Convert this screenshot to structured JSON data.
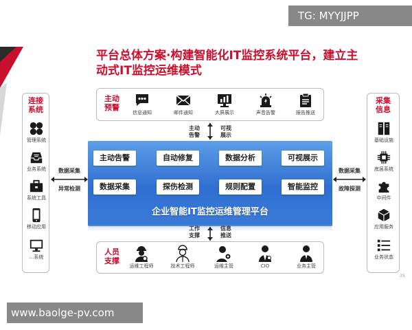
{
  "watermarks": {
    "top": "TG: MYYJJPP",
    "bottom": "www.baolge-pv.com"
  },
  "title": {
    "line1": "平台总体方案·构建智能化IT监控系统平台，建立主",
    "line2": "动式IT监控运维模式"
  },
  "top_box": {
    "label": [
      "主动",
      "预警"
    ],
    "items": [
      {
        "label": "信息通知",
        "icon": "chat-bubble-icon"
      },
      {
        "label": "邮件通知",
        "icon": "envelope-icon"
      },
      {
        "label": "大屏展示",
        "icon": "monitor-chart-icon"
      },
      {
        "label": "声音告警",
        "icon": "alarm-light-icon"
      },
      {
        "label": "报告推送",
        "icon": "clipboard-icon"
      }
    ]
  },
  "left_box": {
    "label": [
      "连接",
      "系统"
    ],
    "items": [
      {
        "label": "管理系统",
        "icon": "grid-petals-icon"
      },
      {
        "label": "业务系统",
        "icon": "inbox-tray-icon"
      },
      {
        "label": "系统工具",
        "icon": "toolbox-icon"
      },
      {
        "label": "移动应用",
        "icon": "phone-icon"
      },
      {
        "label": "...系统",
        "icon": "desktop-icon"
      }
    ]
  },
  "right_box": {
    "label": [
      "采集",
      "信息"
    ],
    "items": [
      {
        "label": "基础设施",
        "icon": "server-icon"
      },
      {
        "label": "底层系统",
        "icon": "chip-icon"
      },
      {
        "label": "中间件",
        "icon": "puzzle-icon"
      },
      {
        "label": "应用服务",
        "icon": "cube-icon"
      },
      {
        "label": "业务状态",
        "icon": "list-icon"
      }
    ]
  },
  "bottom_box": {
    "label": [
      "人员",
      "支撑"
    ],
    "items": [
      {
        "label": "运维工程师",
        "icon": "engineer-icon"
      },
      {
        "label": "技术工程师",
        "icon": "tech-person-icon"
      },
      {
        "label": "运维主管",
        "icon": "manager-gear-icon"
      },
      {
        "label": "CIO",
        "icon": "executive-icon"
      },
      {
        "label": "业务主管",
        "icon": "business-person-icon"
      }
    ]
  },
  "platform": {
    "name": "企业智能IT监控运维管理平台",
    "functions": [
      "主动告警",
      "自动修复",
      "数据分析",
      "可视展示",
      "数据采集",
      "探伤检测",
      "规则配置",
      "智能监控"
    ]
  },
  "flows": {
    "top_left": [
      "主动",
      "告警"
    ],
    "top_right": [
      "可视",
      "展示"
    ],
    "left_top": "数据采集",
    "left_bottom": "异常检测",
    "right_top": "数据采集",
    "right_bottom": "故障探测",
    "bottom_left": [
      "工作",
      "支撑"
    ],
    "bottom_right": [
      "信息",
      "推送"
    ]
  },
  "page_number": "35",
  "colors": {
    "accent": "#c8102e",
    "platform": "#2f6fd0",
    "arrow": "#222222"
  }
}
